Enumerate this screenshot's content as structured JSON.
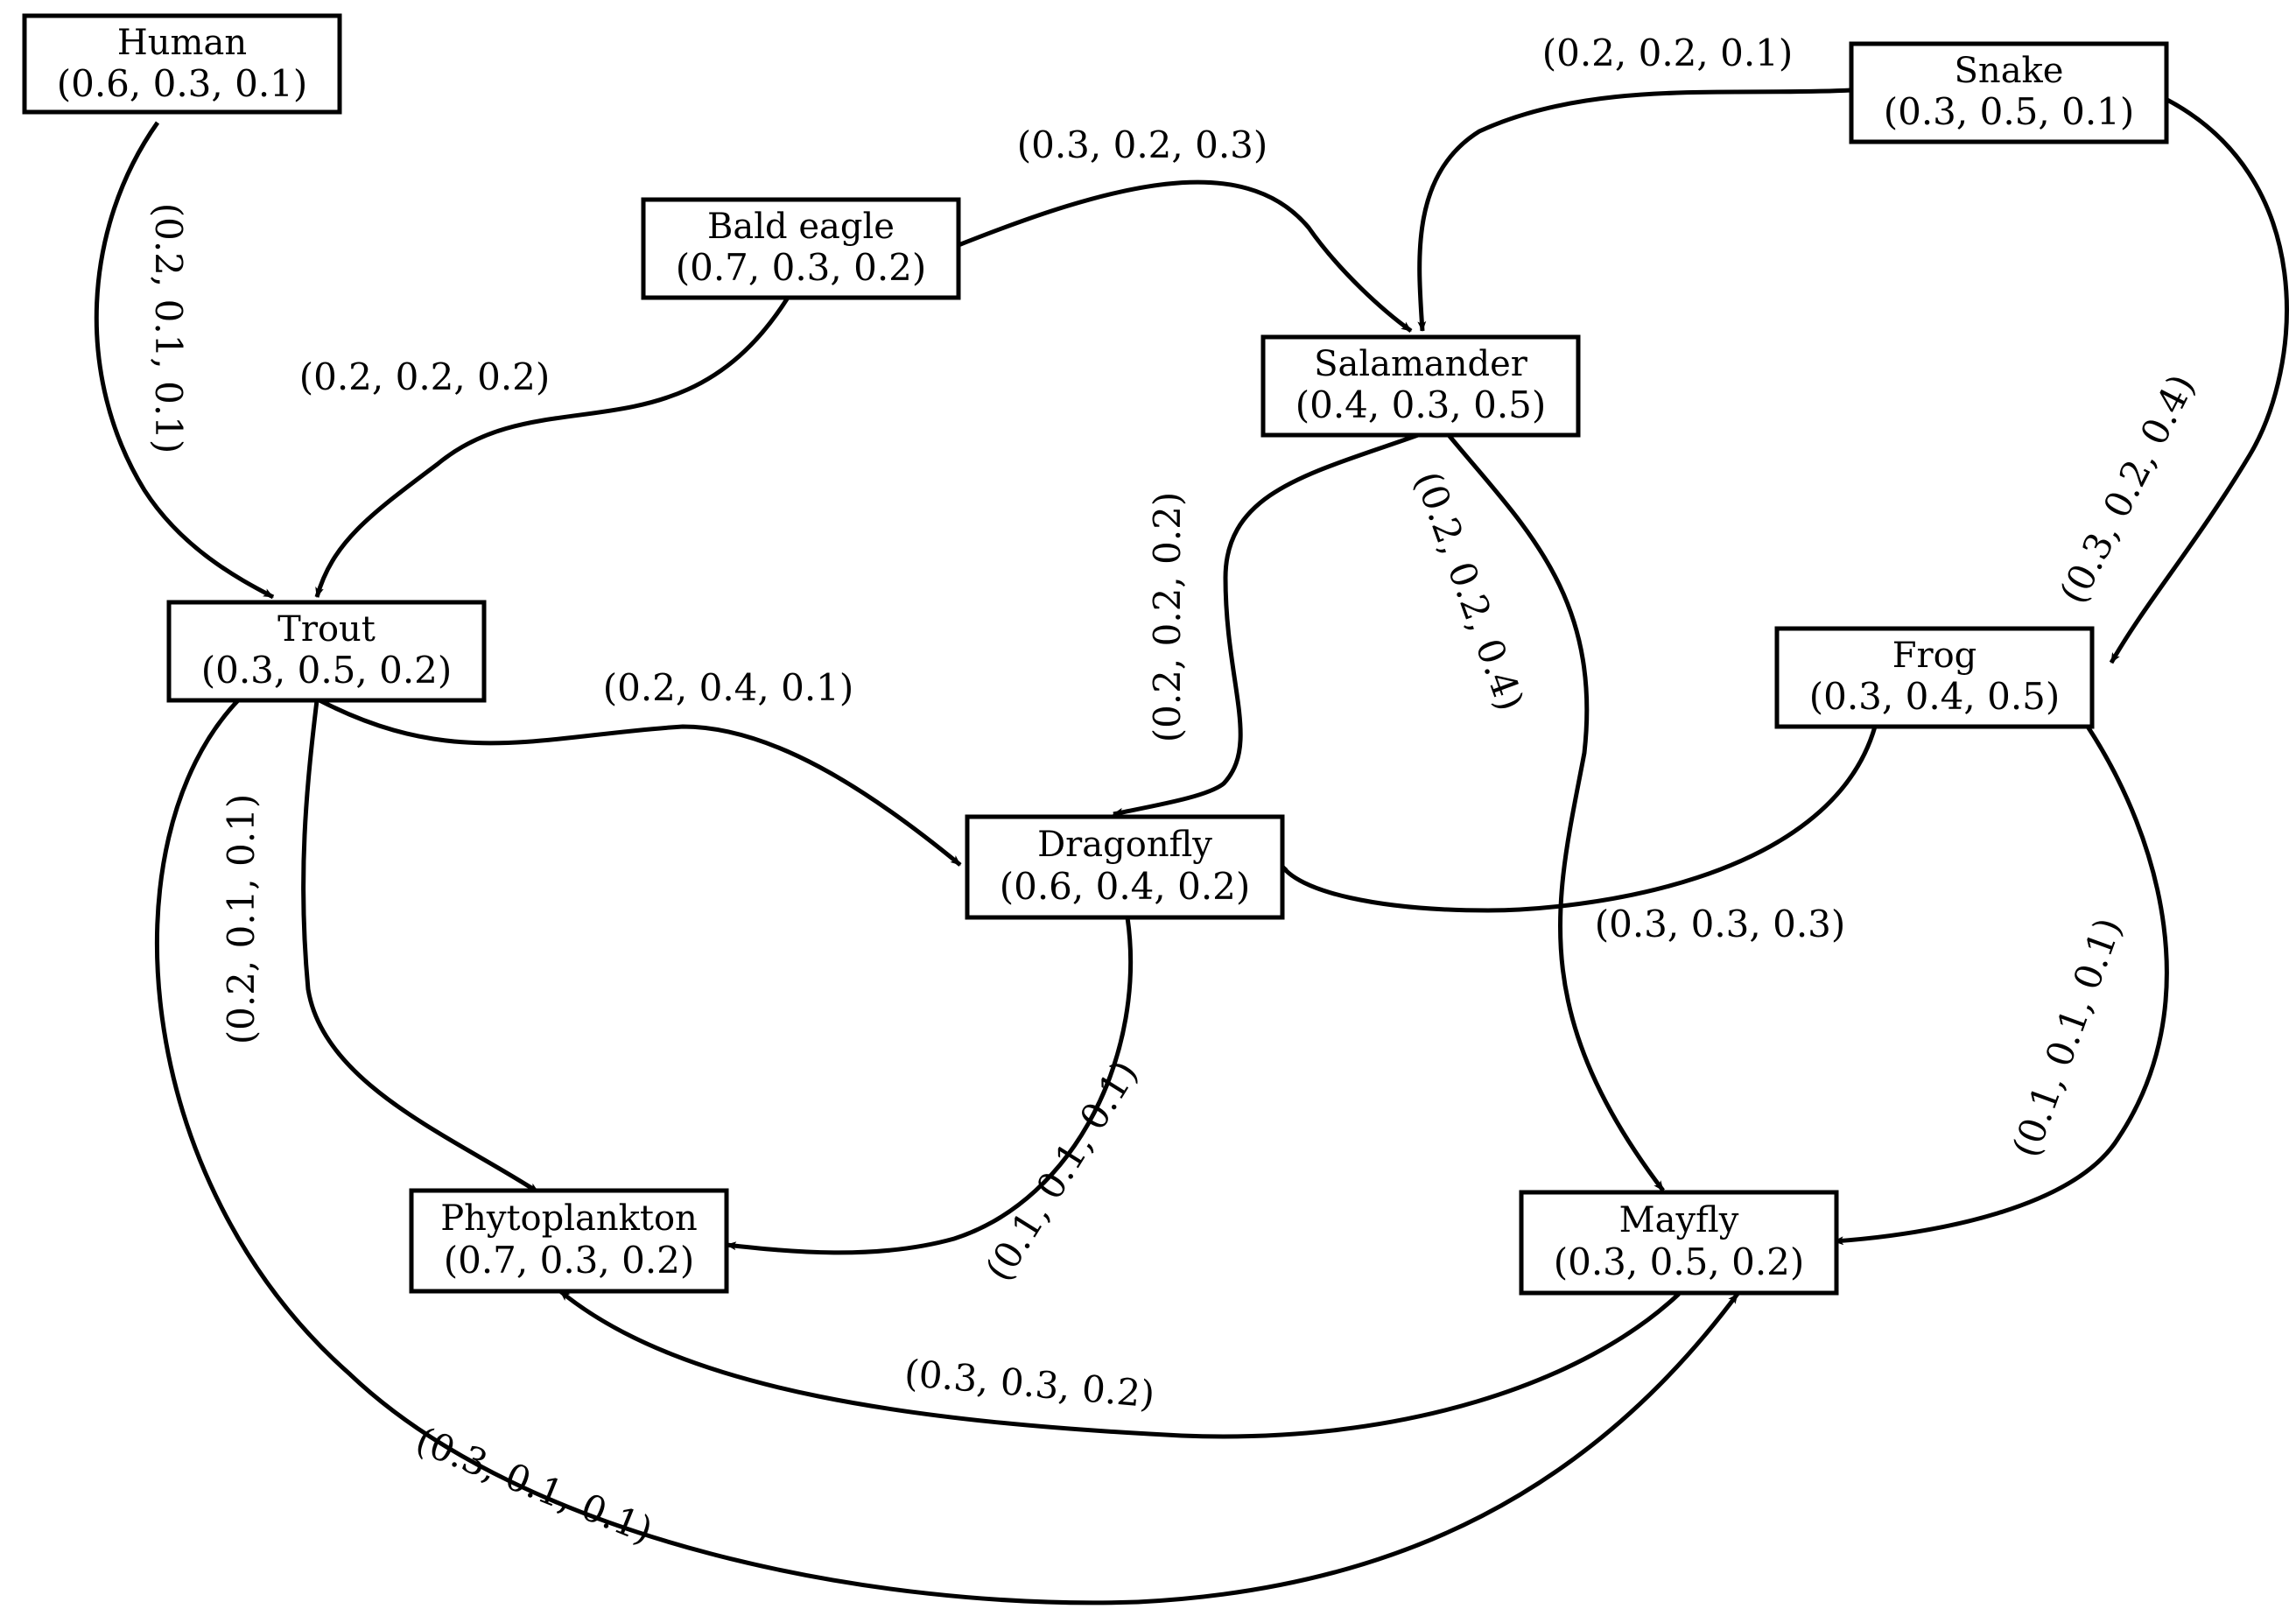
{
  "nodes": {
    "human": {
      "name": "Human",
      "value": "(0.6, 0.3, 0.1)"
    },
    "bald_eagle": {
      "name": "Bald eagle",
      "value": "(0.7, 0.3, 0.2)"
    },
    "snake": {
      "name": "Snake",
      "value": "(0.3, 0.5, 0.1)"
    },
    "salamander": {
      "name": "Salamander",
      "value": "(0.4, 0.3, 0.5)"
    },
    "trout": {
      "name": "Trout",
      "value": "(0.3, 0.5, 0.2)"
    },
    "frog": {
      "name": "Frog",
      "value": "(0.3, 0.4, 0.5)"
    },
    "dragonfly": {
      "name": "Dragonfly",
      "value": "(0.6, 0.4, 0.2)"
    },
    "phytoplankton": {
      "name": "Phytoplankton",
      "value": "(0.7, 0.3, 0.2)"
    },
    "mayfly": {
      "name": "Mayfly",
      "value": "(0.3, 0.5, 0.2)"
    }
  },
  "edges": {
    "human_trout": {
      "from": "Human",
      "to": "Trout",
      "label": "(0.2, 0.1, 0.1)"
    },
    "eagle_trout": {
      "from": "Bald eagle",
      "to": "Trout",
      "label": "(0.2, 0.2, 0.2)"
    },
    "eagle_salamander": {
      "from": "Bald eagle",
      "to": "Salamander",
      "label": "(0.3, 0.2, 0.3)"
    },
    "snake_salamander": {
      "from": "Snake",
      "to": "Salamander",
      "label": "(0.2, 0.2, 0.1)"
    },
    "snake_frog": {
      "from": "Snake",
      "to": "Frog",
      "label": "(0.3, 0.2, 0.4)"
    },
    "salamander_dragonfly": {
      "from": "Salamander",
      "to": "Dragonfly",
      "label": "(0.2, 0.2, 0.2)"
    },
    "salamander_mayfly": {
      "from": "Salamander",
      "to": "Mayfly",
      "label": "(0.2, 0.2, 0.4)"
    },
    "trout_dragonfly": {
      "from": "Trout",
      "to": "Dragonfly",
      "label": "(0.2, 0.4, 0.1)"
    },
    "trout_phytoplankton": {
      "from": "Trout",
      "to": "Phytoplankton",
      "label": "(0.2, 0.1, 0.1)"
    },
    "trout_mayfly": {
      "from": "Trout",
      "to": "Mayfly",
      "label": "(0.3, 0.1, 0.1)"
    },
    "frog_dragonfly": {
      "from": "Frog",
      "to": "Dragonfly",
      "label": "(0.3, 0.3, 0.3)"
    },
    "frog_mayfly": {
      "from": "Frog",
      "to": "Mayfly",
      "label": "(0.1, 0.1, 0.1)"
    },
    "dragonfly_phytoplankton": {
      "from": "Dragonfly",
      "to": "Phytoplankton",
      "label": "(0.1, 0.1, 0.1)"
    },
    "mayfly_phytoplankton": {
      "from": "Mayfly",
      "to": "Phytoplankton",
      "label": "(0.3, 0.3, 0.2)"
    }
  }
}
